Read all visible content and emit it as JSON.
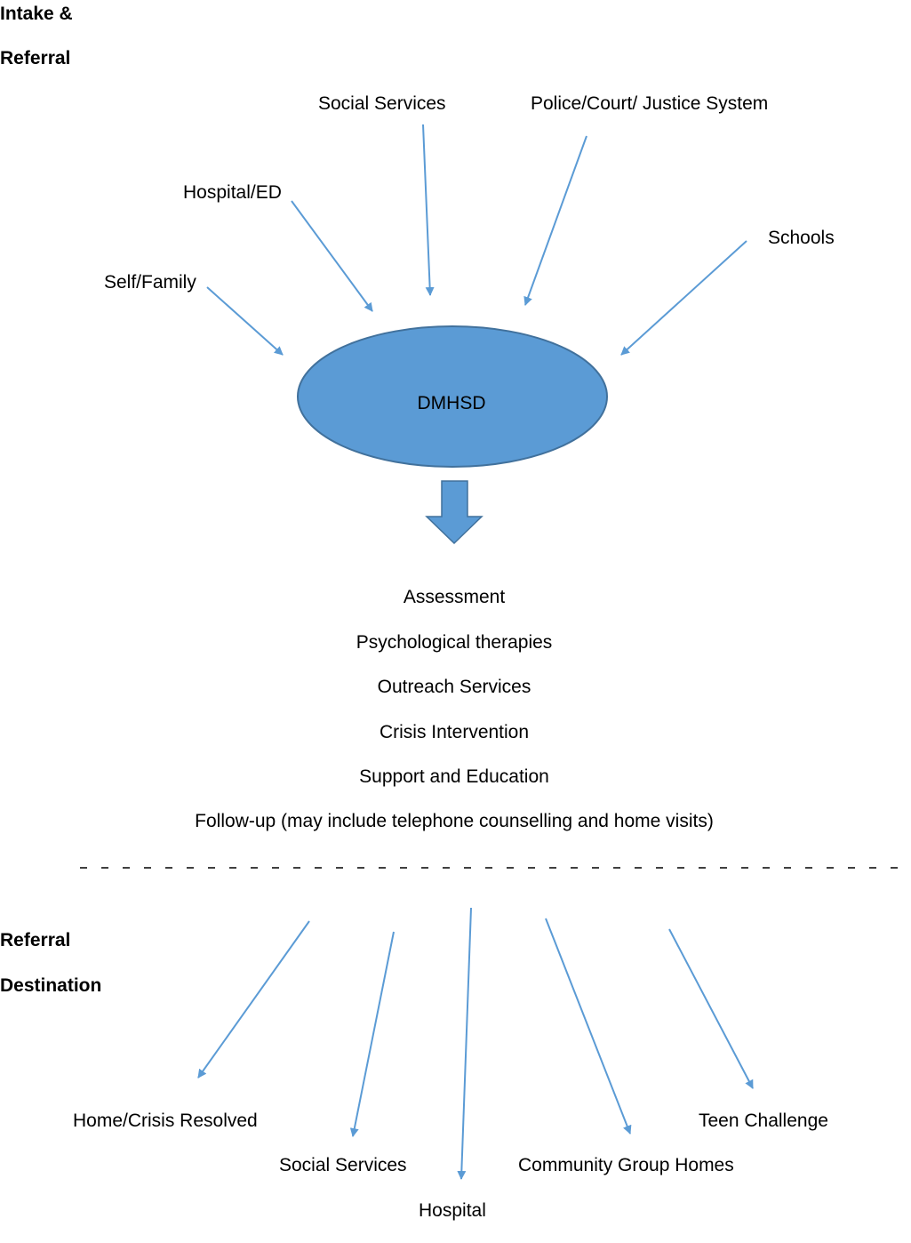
{
  "sections": {
    "intake_line1": "Intake &",
    "intake_line2": "Referral",
    "destination_line1": "Referral",
    "destination_line2": "Destination"
  },
  "sources": [
    "Social Services",
    "Police/Court/ Justice System",
    "Hospital/ED",
    "Schools",
    "Self/Family"
  ],
  "center_node": "DMHSD",
  "services": [
    "Assessment",
    "Psychological therapies",
    "Outreach Services",
    "Crisis Intervention",
    "Support and Education",
    "Follow-up (may include telephone counselling and home visits)"
  ],
  "destinations": [
    "Home/Crisis Resolved",
    "Social Services",
    "Hospital",
    "Community Group Homes",
    "Teen Challenge"
  ],
  "colors": {
    "arrow": "#5B9BD5",
    "node_fill": "#5B9BD5",
    "node_stroke": "#41719C",
    "divider": "#000000"
  }
}
